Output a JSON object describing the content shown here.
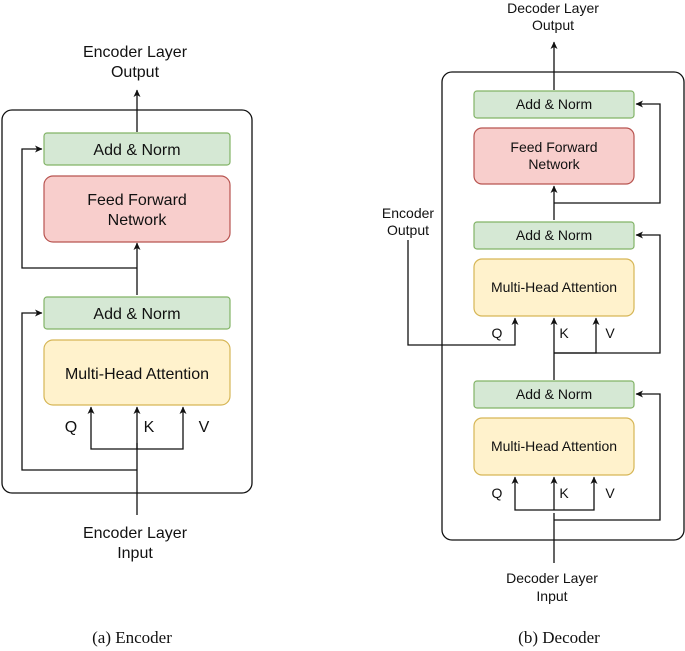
{
  "encoder": {
    "output_line1": "Encoder Layer",
    "output_line2": "Output",
    "add_norm_top": "Add & Norm",
    "ffn_line1": "Feed Forward",
    "ffn_line2": "Network",
    "add_norm_bottom": "Add & Norm",
    "mha": "Multi-Head Attention",
    "q": "Q",
    "k": "K",
    "v": "V",
    "input_line1": "Encoder Layer",
    "input_line2": "Input",
    "caption": "(a) Encoder"
  },
  "decoder": {
    "output_line1": "Decoder Layer",
    "output_line2": "Output",
    "add_norm_top": "Add & Norm",
    "ffn_line1": "Feed Forward",
    "ffn_line2": "Network",
    "encoder_output_line1": "Encoder",
    "encoder_output_line2": "Output",
    "add_norm_mid": "Add & Norm",
    "cross_mha": "Multi-Head Attention",
    "cross_q": "Q",
    "cross_k": "K",
    "cross_v": "V",
    "add_norm_bottom": "Add & Norm",
    "self_mha": "Multi-Head Attention",
    "self_q": "Q",
    "self_k": "K",
    "self_v": "V",
    "input_line1": "Decoder Layer",
    "input_line2": "Input",
    "caption": "(b) Decoder"
  }
}
